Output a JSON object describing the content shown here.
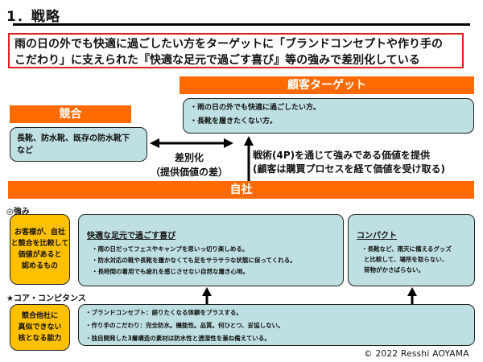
{
  "title": "1．戦略",
  "summary": {
    "line1": "雨の日の外でも快適に過ごしたい方をターゲットに「ブランドコンセプトや作り手の",
    "line2": "こだわり」に支えられた『快適な足元で過ごす喜び』等の強みで差別化している"
  },
  "customer": {
    "band_label": "顧客ターゲット",
    "items": [
      "・雨の日の外でも快適に過ごしたい方。",
      "・長靴を履きたくない方。"
    ]
  },
  "competitor": {
    "band_label": "競合",
    "text_line1": "長靴、防水靴、既存の防水靴下",
    "text_line2": "など"
  },
  "differentiation": {
    "line1": "差別化",
    "line2": "（提供価値の差）"
  },
  "tactics": {
    "line1": "戦術(4P)を通じて強みである価値を提供",
    "line2": "(顧客は購買プロセスを経て価値を受け取る)"
  },
  "self": {
    "band_label": "自社"
  },
  "strengths": {
    "section_label": "◎強み",
    "definition": [
      "お客様が、自社",
      "と競合を比較して",
      "価値があると",
      "認めるもの"
    ],
    "cards": [
      {
        "title": "快適な足元で過ごす喜び",
        "items": [
          "・雨の日だってフェスやキャンプを思いっ切り楽しめる。",
          "・防水対応の靴や長靴を履かなくても足をサラサラな状態に保ってくれる。",
          "・長時間の着用でも疲れを感じさせない自然な履き心地。"
        ]
      },
      {
        "title": "コンパクト",
        "items": [
          "・長靴など、雨天に備えるグッズ",
          "と比較して、場所を取らない、",
          "荷物がかさばらない。"
        ]
      }
    ]
  },
  "core": {
    "section_label": "★コア・コンピタンス",
    "definition": [
      "競合他社に",
      "真似できない",
      "核となる能力"
    ],
    "items": [
      "・ブランドコンセプト：語りたくなる体験をプラスする。",
      "・作り手のこだわり：完全防水。機能性。品質。何ひとつ、妥協しない。",
      "・独自開発した3層構造の素材は防水性と透湿性を兼ね備えている。"
    ]
  },
  "copyright": "© 2022 Resshi AOYAMA",
  "colors": {
    "orange": "#ff6a00",
    "card": "#bfe0e3",
    "yellow": "#ffc000",
    "summary_border": "#e02020"
  }
}
